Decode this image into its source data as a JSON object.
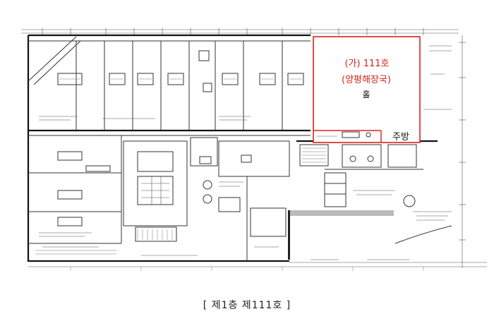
{
  "unit": {
    "name": "(가) 111호",
    "restaurant": "(양평해장국)",
    "hall": "홀",
    "kitchen": "주방"
  },
  "caption": "[  제1층 제111호  ]",
  "colors": {
    "highlight": "#d9221c",
    "ink": "#222222"
  }
}
